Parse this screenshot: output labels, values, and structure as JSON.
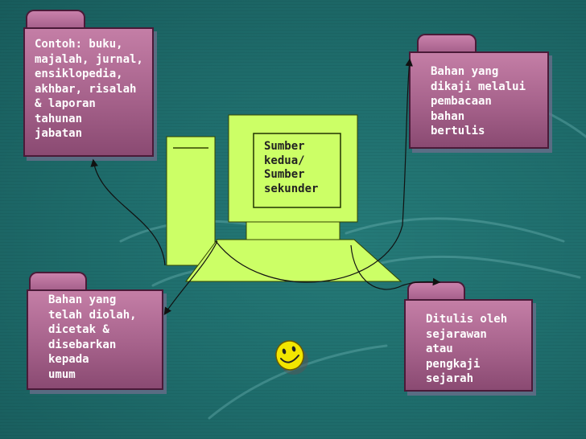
{
  "diagram": {
    "center_label": "Sumber\nkedua/\nSumber\nsekunder",
    "folders": {
      "top_left": "Contoh: buku,\nmajalah, jurnal,\nensiklopedia,\nakhbar, risalah\n& laporan\ntahunan\njabatan",
      "top_right": "Bahan yang\ndikaji melalui\npembacaan\nbahan\nbertulis",
      "bottom_left": "Bahan yang\ntelah diolah,\ndicetak &\ndisebarkan\nkepada\numum",
      "bottom_right": "Ditulis oleh\nsejarawan\natau\npengkaji\nsejarah"
    }
  },
  "colors": {
    "background": "#1e6b6b",
    "folder": "#b56c97",
    "computer": "#ccff66",
    "smiley": "#f2e600"
  },
  "icons": [
    "computer-icon",
    "folder-icon",
    "smiley-icon",
    "hand-watermark"
  ]
}
